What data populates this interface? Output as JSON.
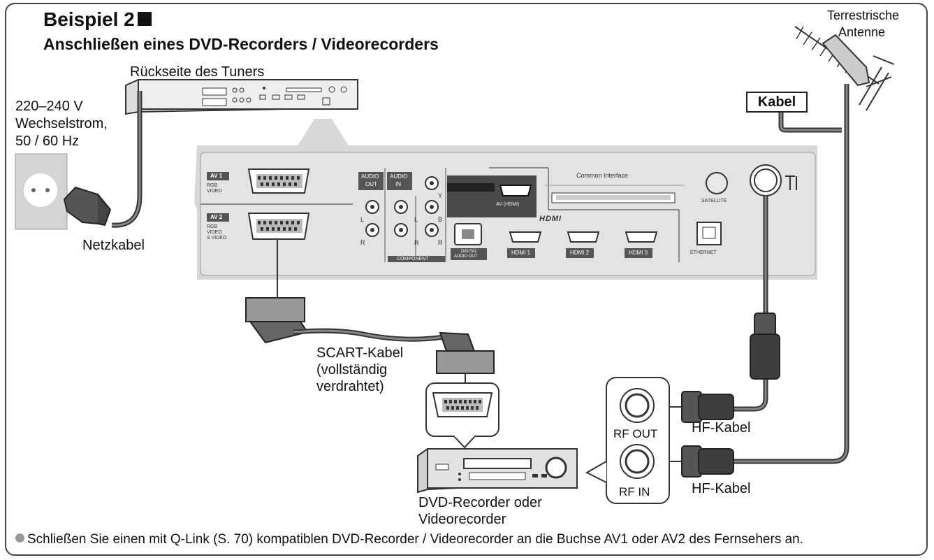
{
  "title": "Beispiel 2",
  "subtitle": "Anschließen eines DVD-Recorders / Videorecorders",
  "tuner_label": "Rückseite des Tuners",
  "power_spec": [
    "220–240 V",
    "Wechselstrom,",
    "50 / 60 Hz"
  ],
  "power_cable_label": "Netzkabel",
  "antenna_label": [
    "Terrestrische",
    "Antenne"
  ],
  "cable_label": "Kabel",
  "scart_label": [
    "SCART-Kabel",
    "(vollständig",
    "verdrahtet)"
  ],
  "rf_out_label": "RF OUT",
  "rf_in_label": "RF IN",
  "hf_cable_label_1": "HF-Kabel",
  "hf_cable_label_2": "HF-Kabel",
  "recorder_label": [
    "DVD-Recorder oder",
    "Videorecorder"
  ],
  "panel": {
    "av1": "AV 1",
    "av1_sub": [
      "RGB",
      "VIDEO"
    ],
    "av2": "AV 2",
    "av2_sub": [
      "RGB",
      "VIDEO",
      "S VIDEO"
    ],
    "audio_out": [
      "AUDIO",
      "OUT"
    ],
    "audio_in": [
      "AUDIO",
      "IN"
    ],
    "component": "COMPONENT",
    "digital_audio_out": [
      "DIGITAL",
      "AUDIO OUT"
    ],
    "av_hdmi": "AV (HDMI)",
    "common_interface": "Common Interface",
    "satellite": "SATELLITE",
    "ethernet": "ETHERNET",
    "hdmi_logo": "HDMI",
    "hdmi_ports": [
      "HDMI 1",
      "HDMI 2",
      "HDMI 3"
    ],
    "side_labels": [
      "L",
      "R",
      "L",
      "R",
      "Y",
      "B",
      "R"
    ]
  },
  "footnote": "Schließen Sie einen mit Q-Link (S. 70) kompatiblen DVD-Recorder / Videorecorder an die Buchse AV1 oder AV2 des Fernsehers an."
}
